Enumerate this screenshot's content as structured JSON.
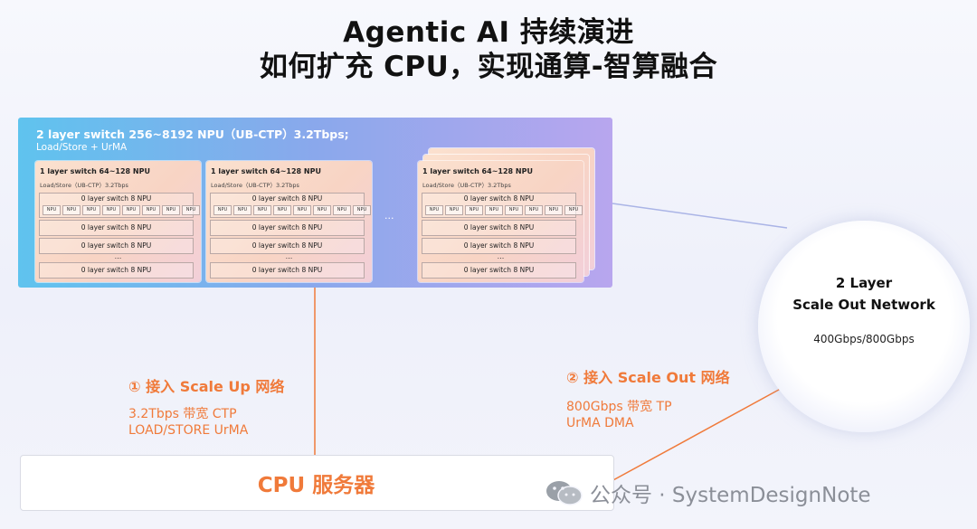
{
  "title": {
    "line1": "Agentic AI 持续演进",
    "line2": "如何扩充 CPU，实现通算-智算融合"
  },
  "switch_box": {
    "title": "2 layer switch 256~8192 NPU（UB-CTP）3.2Tbps;",
    "subtitle": "Load/Store + UrMA",
    "between_ellipsis": "...",
    "card": {
      "title": "1 layer switch 64~128 NPU",
      "subtitle": "Load/Store（UB-CTP）3.2Tbps",
      "row_label": "0 layer switch 8 NPU",
      "npu_label": "NPU",
      "ellipsis": "..."
    }
  },
  "scale_out": {
    "title_line1": "2 Layer",
    "title_line2": "Scale Out Network",
    "speed": "400Gbps/800Gbps"
  },
  "scale_up_label": {
    "heading": "① 接入 Scale Up 网络",
    "line1": "3.2Tbps 带宽 CTP",
    "line2": "LOAD/STORE UrMA"
  },
  "scale_out_label": {
    "heading": "② 接入 Scale Out 网络",
    "line1": "800Gbps 带宽 TP",
    "line2": "UrMA DMA"
  },
  "cpu": {
    "label": "CPU 服务器"
  },
  "watermark": {
    "text": "公众号 · SystemDesignNote",
    "icon": "wechat-icon"
  },
  "colors": {
    "accent_orange": "#f07a3a",
    "switch_gradient_start": "#5fc3ee",
    "switch_gradient_end": "#b8a6ee"
  }
}
